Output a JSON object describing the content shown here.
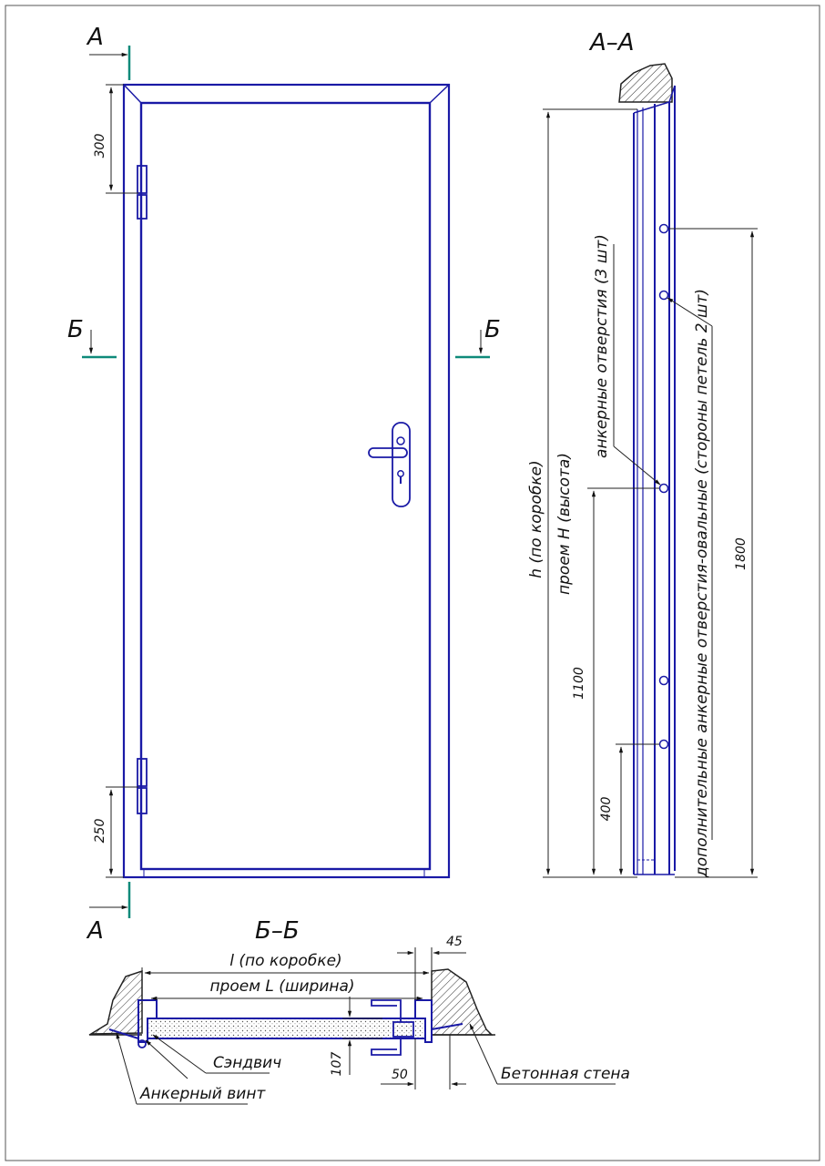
{
  "sections": {
    "a_top": "А",
    "a_bottom": "А",
    "b_left": "Б",
    "b_right": "Б",
    "aa_title": "А–А",
    "bb_title": "Б–Б"
  },
  "dimensions": {
    "d300": "300",
    "d250": "250",
    "d1100": "1100",
    "d400": "400",
    "d1800": "1800",
    "d45": "45",
    "d50": "50",
    "d107": "107",
    "h_box": "h (по коробке)",
    "h_opening": "проем H (высота)",
    "l_box": "l (по коробке)",
    "l_opening": "проем L (ширина)"
  },
  "callouts": {
    "anchor_holes": "анкерные отверстия (3 шт)",
    "extra_holes": "дополнительные анкерные отверстия-овальные (стороны петель 2 шт)",
    "sandwich": "Сэндвич",
    "anchor_screw": "Анкерный винт",
    "concrete_wall": "Бетонная стена"
  },
  "colors": {
    "line_blue": "#1a1aa6",
    "section_mark": "#0e8a7a"
  }
}
